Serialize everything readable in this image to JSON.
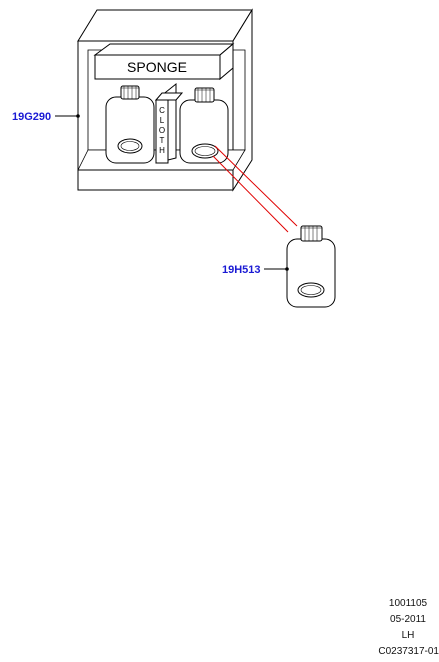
{
  "parts": {
    "kit": {
      "part_no": "19G290",
      "color": "#1a1ad4"
    },
    "bottle": {
      "part_no": "19H513",
      "color": "#1a1ad4"
    }
  },
  "kit_labels": {
    "sponge": "SPONGE",
    "cloth": [
      "C",
      "L",
      "O",
      "T",
      "H"
    ]
  },
  "leader_color": "#e00000",
  "footer": {
    "ref_no": "1001105",
    "date": "05-2011",
    "side": "LH",
    "code": "C0237317-01"
  }
}
